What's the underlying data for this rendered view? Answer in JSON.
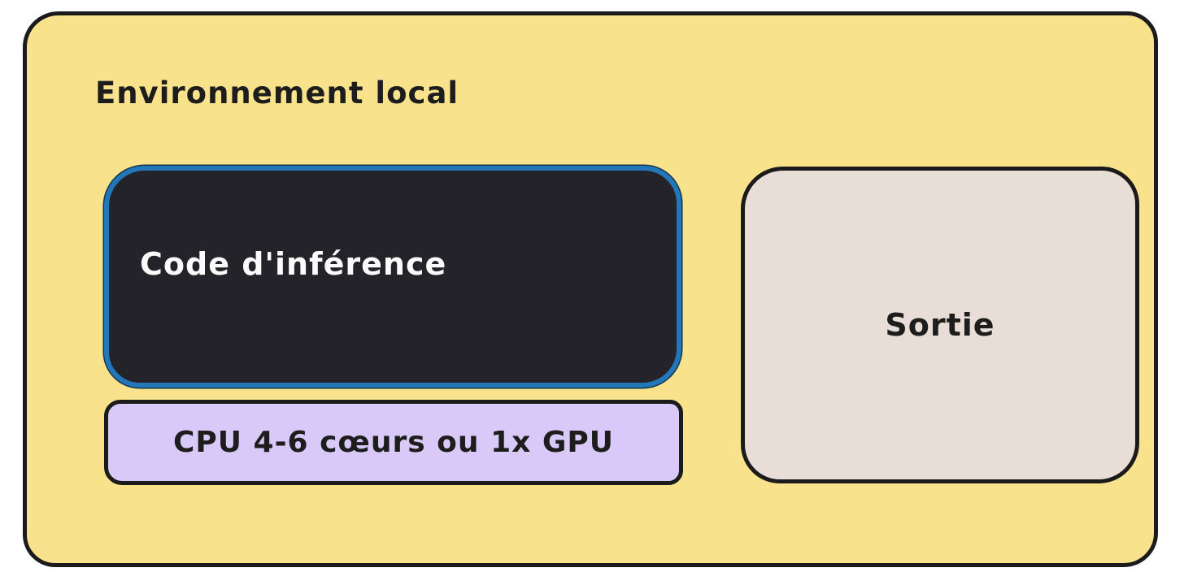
{
  "diagram": {
    "type": "architecture-sketch",
    "title": "Environnement local",
    "container": {
      "label": "Environnement local",
      "fill": "#f9e28c",
      "stroke": "#1b1b1b"
    },
    "nodes": {
      "inference": {
        "label": "Code d'inférence",
        "fill": "#232329",
        "stroke": "#2277b8",
        "text_color": "#ffffff"
      },
      "cpu": {
        "label": "CPU 4-6 cœurs ou 1x GPU",
        "fill": "#d9c9f8",
        "stroke": "#1b1b1b",
        "text_color": "#1d1d1d"
      },
      "output": {
        "label": "Sortie",
        "fill": "#e8ded7",
        "stroke": "#1b1b1b",
        "text_color": "#1d1d1d"
      }
    },
    "colors": {
      "canvas_background": "#ffffff",
      "container_fill": "#f9e28c",
      "inference_fill": "#232329",
      "inference_stroke_blue": "#2277b8",
      "cpu_fill": "#d9c9f8",
      "output_fill": "#e8ded7",
      "stroke_black": "#1b1b1b"
    }
  }
}
